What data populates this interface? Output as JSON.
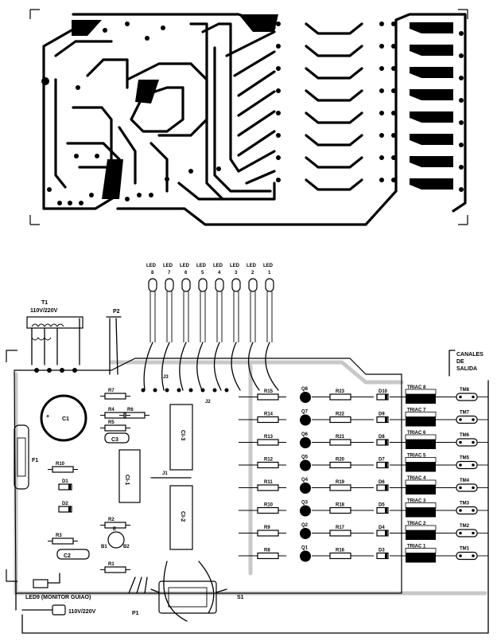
{
  "leds": [
    "1",
    "2",
    "3",
    "4",
    "5",
    "6",
    "7",
    "8"
  ],
  "led_prefix": "LED",
  "transformer": {
    "name": "T1",
    "voltage": "110V/220V"
  },
  "pot_p2": "P2",
  "pot_p1": "P1",
  "switch_s1": "S1",
  "fuse": "F1",
  "capacitors": {
    "c1": "C1",
    "c2": "C2",
    "c3": "C3"
  },
  "resistors_left": {
    "r1": "R1",
    "r2": "R2",
    "r3": "R3",
    "r4": "R4",
    "r5": "R5",
    "r6": "R6",
    "r7": "R7",
    "r10": "R10"
  },
  "diodes_left": {
    "d1": "D1",
    "d2": "D2"
  },
  "ics": {
    "ic1": "CI-1",
    "ic2": "CI-2",
    "ic3": "CI-3"
  },
  "jumpers": {
    "j1": "J1",
    "j2": "J2",
    "j3": "J3"
  },
  "transistor_pins": {
    "e": "E",
    "b1": "B1",
    "b2": "B2"
  },
  "channels": [
    {
      "r_in": "R15",
      "q": "Q8",
      "r_out": "R23",
      "d": "D10",
      "triac": "TRIAC 8",
      "tm": "TM8"
    },
    {
      "r_in": "R14",
      "q": "Q7",
      "r_out": "R22",
      "d": "D9",
      "triac": "TRIAC 7",
      "tm": "TM7"
    },
    {
      "r_in": "R13",
      "q": "Q6",
      "r_out": "R21",
      "d": "D8",
      "triac": "TRIAC 6",
      "tm": "TM6"
    },
    {
      "r_in": "R12",
      "q": "Q5",
      "r_out": "R20",
      "d": "D7",
      "triac": "TRIAC 5",
      "tm": "TM5"
    },
    {
      "r_in": "R11",
      "q": "Q4",
      "r_out": "R19",
      "d": "D6",
      "triac": "TRIAC 4",
      "tm": "TM4"
    },
    {
      "r_in": "R10",
      "q": "Q3",
      "r_out": "R18",
      "d": "D5",
      "triac": "TRIAC 3",
      "tm": "TM3"
    },
    {
      "r_in": "R9",
      "q": "Q2",
      "r_out": "R17",
      "d": "D4",
      "triac": "TRIAC 2",
      "tm": "TM2"
    },
    {
      "r_in": "R8",
      "q": "Q1",
      "r_out": "R16",
      "d": "D3",
      "triac": "TRIAC 1",
      "tm": "TM1"
    }
  ],
  "outputs_caption": [
    "CANALES",
    "DE",
    "SALIDA"
  ],
  "monitor_label": "LED9 (MONITOR GUIAO)",
  "mains_label": "110V/220V"
}
